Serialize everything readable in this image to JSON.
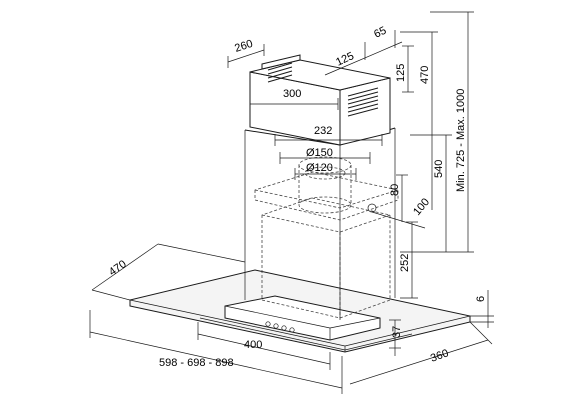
{
  "labels": {
    "d260": "260",
    "d300": "300",
    "d125h": "125",
    "d65": "65",
    "d125v": "125",
    "d470v": "470",
    "d_range": "Min. 725 - Max. 1000",
    "d232": "232",
    "d150": "Ø150",
    "d120": "Ø120",
    "d80": "80",
    "d540": "540",
    "d100": "100",
    "d252": "252",
    "d470l": "470",
    "d6": "6",
    "d37": "37",
    "d400": "400",
    "d_width": "598 - 698 - 898",
    "d360": "360"
  }
}
